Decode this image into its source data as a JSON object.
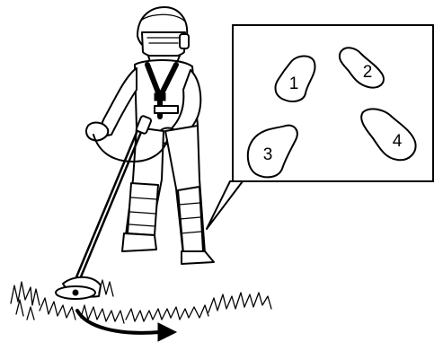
{
  "callout": {
    "positions": [
      {
        "label": "1"
      },
      {
        "label": "2"
      },
      {
        "label": "3"
      },
      {
        "label": "4"
      }
    ]
  }
}
